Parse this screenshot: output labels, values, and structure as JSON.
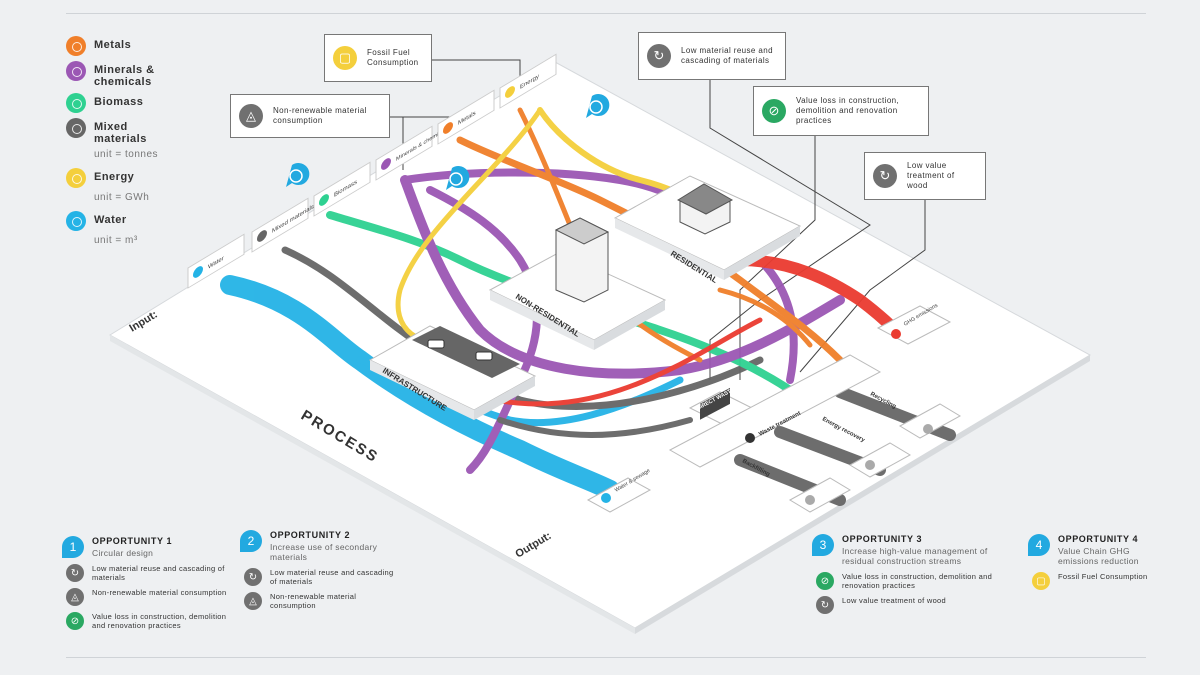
{
  "legend": {
    "items": [
      {
        "label": "Metals",
        "color": "#f07f2a"
      },
      {
        "label": "Minerals & chemicals",
        "color": "#9b57b4"
      },
      {
        "label": "Biomass",
        "color": "#2ed191"
      },
      {
        "label": "Mixed materials",
        "color": "#666666"
      }
    ],
    "unit_tonnes": "unit = tonnes",
    "energy": {
      "label": "Energy",
      "color": "#f4cf3c"
    },
    "unit_gwh": "unit = GWh",
    "water": {
      "label": "Water",
      "color": "#24b3e6"
    },
    "unit_m3": "unit = m³"
  },
  "callouts": {
    "fossil": "Fossil Fuel Consumption",
    "nonrenewable": "Non-renewable material consumption",
    "lowreuse": "Low material reuse and cascading of materials",
    "valueloss": "Value loss in construction, demolition and renovation practices",
    "lowvalue": "Low value treatment of wood"
  },
  "colors": {
    "grey_icon": "#707070",
    "green_icon": "#2aa862",
    "yellow_icon": "#f4cf3c",
    "accent_blue": "#22a9e0",
    "red": "#ea3b30"
  },
  "diagram": {
    "input_label": "Input:",
    "output_label": "Output:",
    "process_label": "PROCESS",
    "nodes": {
      "residential": "RESIDENTIAL",
      "nonresidential": "NON-RESIDENTIAL",
      "infrastructure": "INFRASTRUCTURE"
    },
    "inputs": [
      "Water",
      "Mixed materials",
      "Biomass",
      "Minerals & chemicals",
      "Metals",
      "Energy"
    ],
    "outputs": {
      "ghg": "GHG emissions",
      "direct_waste": "DIRECT WASTE",
      "waste_treatment": "Waste treatment",
      "recycling": "Recycling",
      "energy_recovery": "Energy recovery",
      "backfilling": "Backfilling",
      "water_sewage": "Water & sewage"
    }
  },
  "opportunities": [
    {
      "badge": "1",
      "title": "OPPORTUNITY 1",
      "subtitle": "Circular design",
      "items": [
        {
          "icon": "grey",
          "text": "Low material reuse and cascading of materials"
        },
        {
          "icon": "grey",
          "text": "Non-renewable material consumption"
        },
        {
          "icon": "green",
          "text": "Value loss in construction, demolition and renovation practices"
        }
      ]
    },
    {
      "badge": "2",
      "title": "OPPORTUNITY 2",
      "subtitle": "Increase use of secondary materials",
      "items": [
        {
          "icon": "grey",
          "text": "Low material reuse and cascading of materials"
        },
        {
          "icon": "grey",
          "text": "Non-renewable material consumption"
        }
      ]
    },
    {
      "badge": "3",
      "title": "OPPORTUNITY 3",
      "subtitle": "Increase high-value management of residual construction streams",
      "items": [
        {
          "icon": "green",
          "text": "Value loss in construction, demolition and renovation practices"
        },
        {
          "icon": "grey",
          "text": "Low value treatment of wood"
        }
      ]
    },
    {
      "badge": "4",
      "title": "OPPORTUNITY 4",
      "subtitle": "Value Chain GHG emissions reduction",
      "items": [
        {
          "icon": "yellow",
          "text": "Fossil Fuel Consumption"
        }
      ]
    }
  ]
}
